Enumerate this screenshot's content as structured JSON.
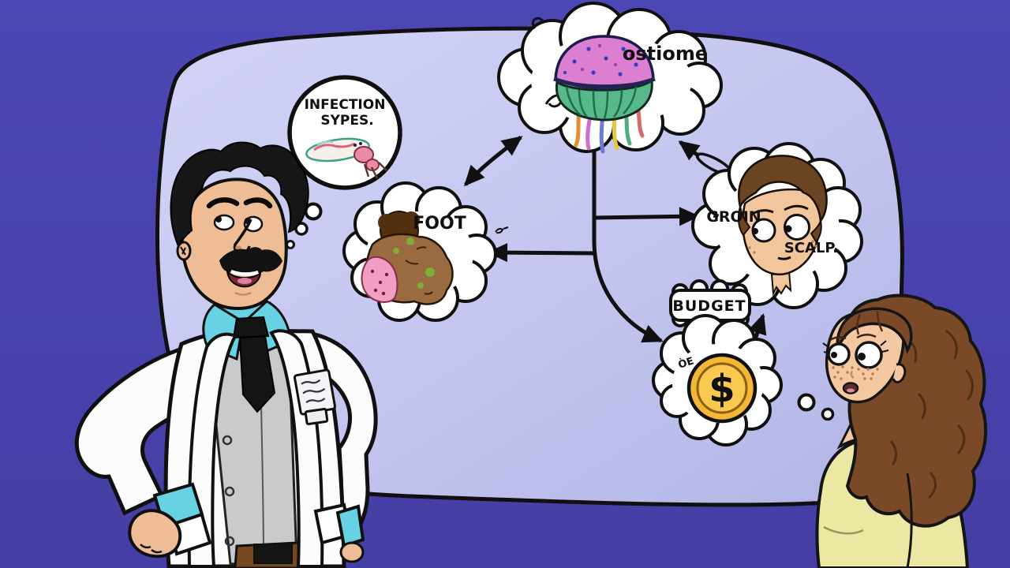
{
  "scene": {
    "type": "cartoon-illustration",
    "setting": "doctor explaining an infection-types thought diagram to a worried young woman"
  },
  "palette": {
    "background": "#4a43ad",
    "board": "#c5c7f0",
    "cloud": "#ffffff",
    "outline": "#101010",
    "coin_gold": "#f2b734",
    "coat_white": "#fcfcfd",
    "vest_gray": "#c9cacc",
    "shirt_teal": "#66d2e4",
    "tie_black": "#141414",
    "doctor_skin": "#eebd96",
    "woman_skin": "#f4c9a2",
    "woman_hair": "#7a4a28",
    "woman_shirt": "#ece8a4",
    "pants_brown": "#76481f"
  },
  "diagram": {
    "infection_bubble": {
      "line1": "INFECTION",
      "line2": "SYPES.",
      "icon": "tick-parasite"
    },
    "ostiome_cloud": {
      "label": "ostiome",
      "icon": "jellyfish"
    },
    "foot_cloud": {
      "label": "FOOT",
      "icon": "infected-foot"
    },
    "groin_scalp_cloud": {
      "label_left": "GROIN",
      "label_right": "SCALP.",
      "icon": "worried-man-face"
    },
    "budget_tag": {
      "label": "BUDGET"
    },
    "money_cloud": {
      "symbol": "$",
      "small_text": "ÒE",
      "icon": "gold-dollar-coin"
    },
    "connections": [
      {
        "from": "ostiome_cloud",
        "to": "foot_cloud",
        "style": "double-headed-arrow"
      },
      {
        "from": "ostiome_cloud",
        "to": "groin_scalp_cloud",
        "style": "arrow"
      },
      {
        "from": "ostiome_cloud",
        "to": "foot_cloud",
        "style": "arrow-branch"
      },
      {
        "from": "ostiome_cloud",
        "to": "money_cloud",
        "style": "curved-arrow"
      },
      {
        "from": "groin_scalp_cloud",
        "to": "ostiome_cloud",
        "style": "loop-tail-arrow"
      },
      {
        "from": "money_cloud",
        "to": "groin_scalp_cloud",
        "style": "arrow"
      }
    ],
    "thought_trails": [
      {
        "from": "doctor",
        "to": "infection_bubble"
      },
      {
        "from": "woman",
        "to": "money_cloud"
      }
    ]
  },
  "characters": {
    "doctor": {
      "badge": "illegible-scribbled-name-badge"
    },
    "woman": {
      "expression": "worried"
    }
  }
}
